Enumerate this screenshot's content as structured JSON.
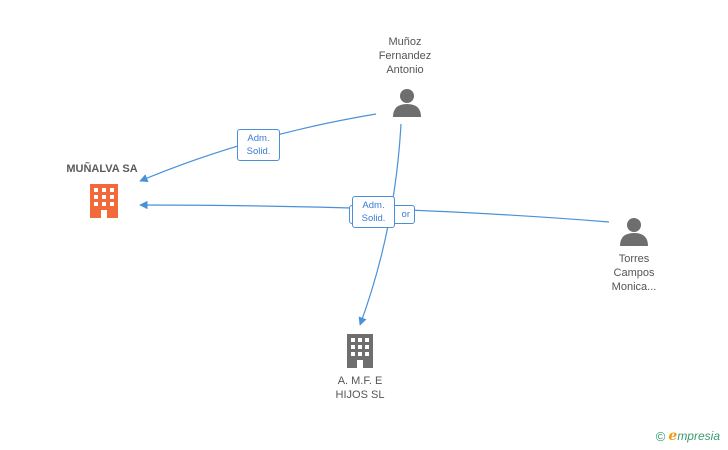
{
  "nodes": {
    "munalva": {
      "name": "MUÑALVA SA",
      "type": "company",
      "color": "#f26a3a"
    },
    "amfe": {
      "name_line1": "A. M.F. E",
      "name_line2": "HIJOS SL",
      "type": "company",
      "color": "#6e6e6e"
    },
    "munoz": {
      "name_line1": "Muñoz",
      "name_line2": "Fernandez",
      "name_line3": "Antonio",
      "type": "person",
      "color": "#6e6e6e"
    },
    "torres": {
      "name_line1": "Torres",
      "name_line2": "Campos",
      "name_line3": "Monica...",
      "type": "person",
      "color": "#6e6e6e"
    }
  },
  "edges": [
    {
      "from": "munoz",
      "to": "munalva",
      "label_line1": "Adm.",
      "label_line2": "Solid."
    },
    {
      "from": "munoz",
      "to": "amfe",
      "label_line1": "Adm.",
      "label_line2": "Solid."
    },
    {
      "from": "torres",
      "to": "munalva",
      "label_hidden_suffix": "or"
    }
  ],
  "colors": {
    "edge": "#4a90d9",
    "badge_text": "#3a7bd5"
  },
  "branding": {
    "copyright_symbol": "©",
    "logo_first_letter": "e",
    "logo_rest": "mpresia"
  }
}
